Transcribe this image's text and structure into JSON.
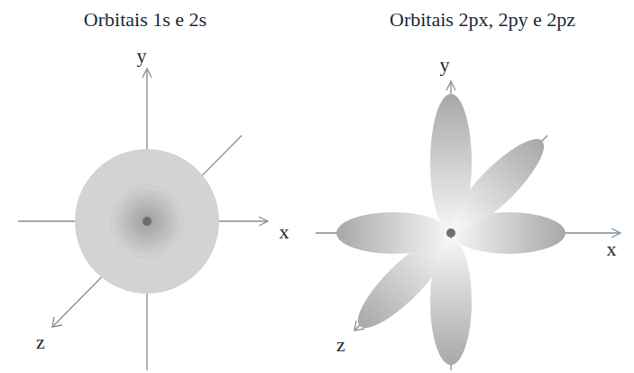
{
  "diagram": {
    "labels": [
      "Orbitais 1s e 2s",
      "Orbitais 2px, 2py e 2pz",
      "y",
      "x",
      "z",
      "y",
      "x",
      "z"
    ]
  }
}
